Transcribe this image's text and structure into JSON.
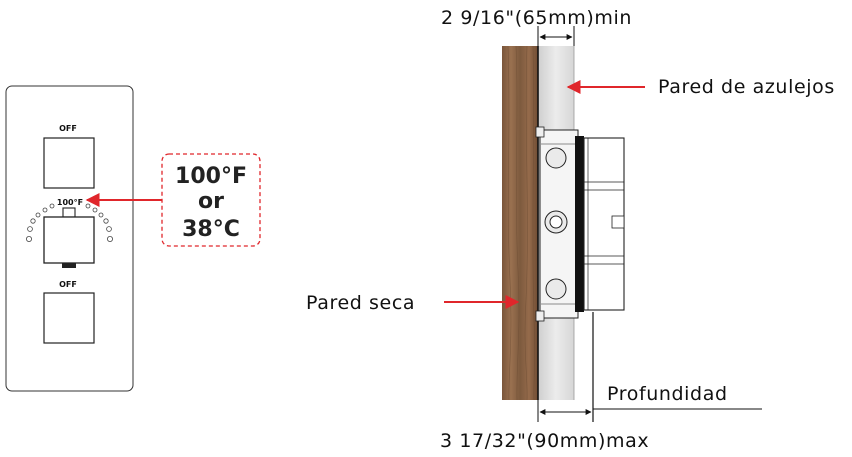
{
  "panel": {
    "top_button_label": "OFF",
    "bottom_button_label": "OFF",
    "scale_marker_label": "100°F"
  },
  "callout": {
    "line1": "100°F",
    "line2": "or",
    "line3": "38°C",
    "color": "#e0262b"
  },
  "section": {
    "min_dimension": "2 9/16\"(65mm)min",
    "max_dimension": "3 17/32\"(90mm)max",
    "tile_wall_label": "Pared de azulejos",
    "drywall_label": "Pared seca",
    "depth_label": "Profundidad"
  },
  "colors": {
    "wood": "#8a6446",
    "tile": "#d9d9d9",
    "arrow": "#e0262b"
  }
}
